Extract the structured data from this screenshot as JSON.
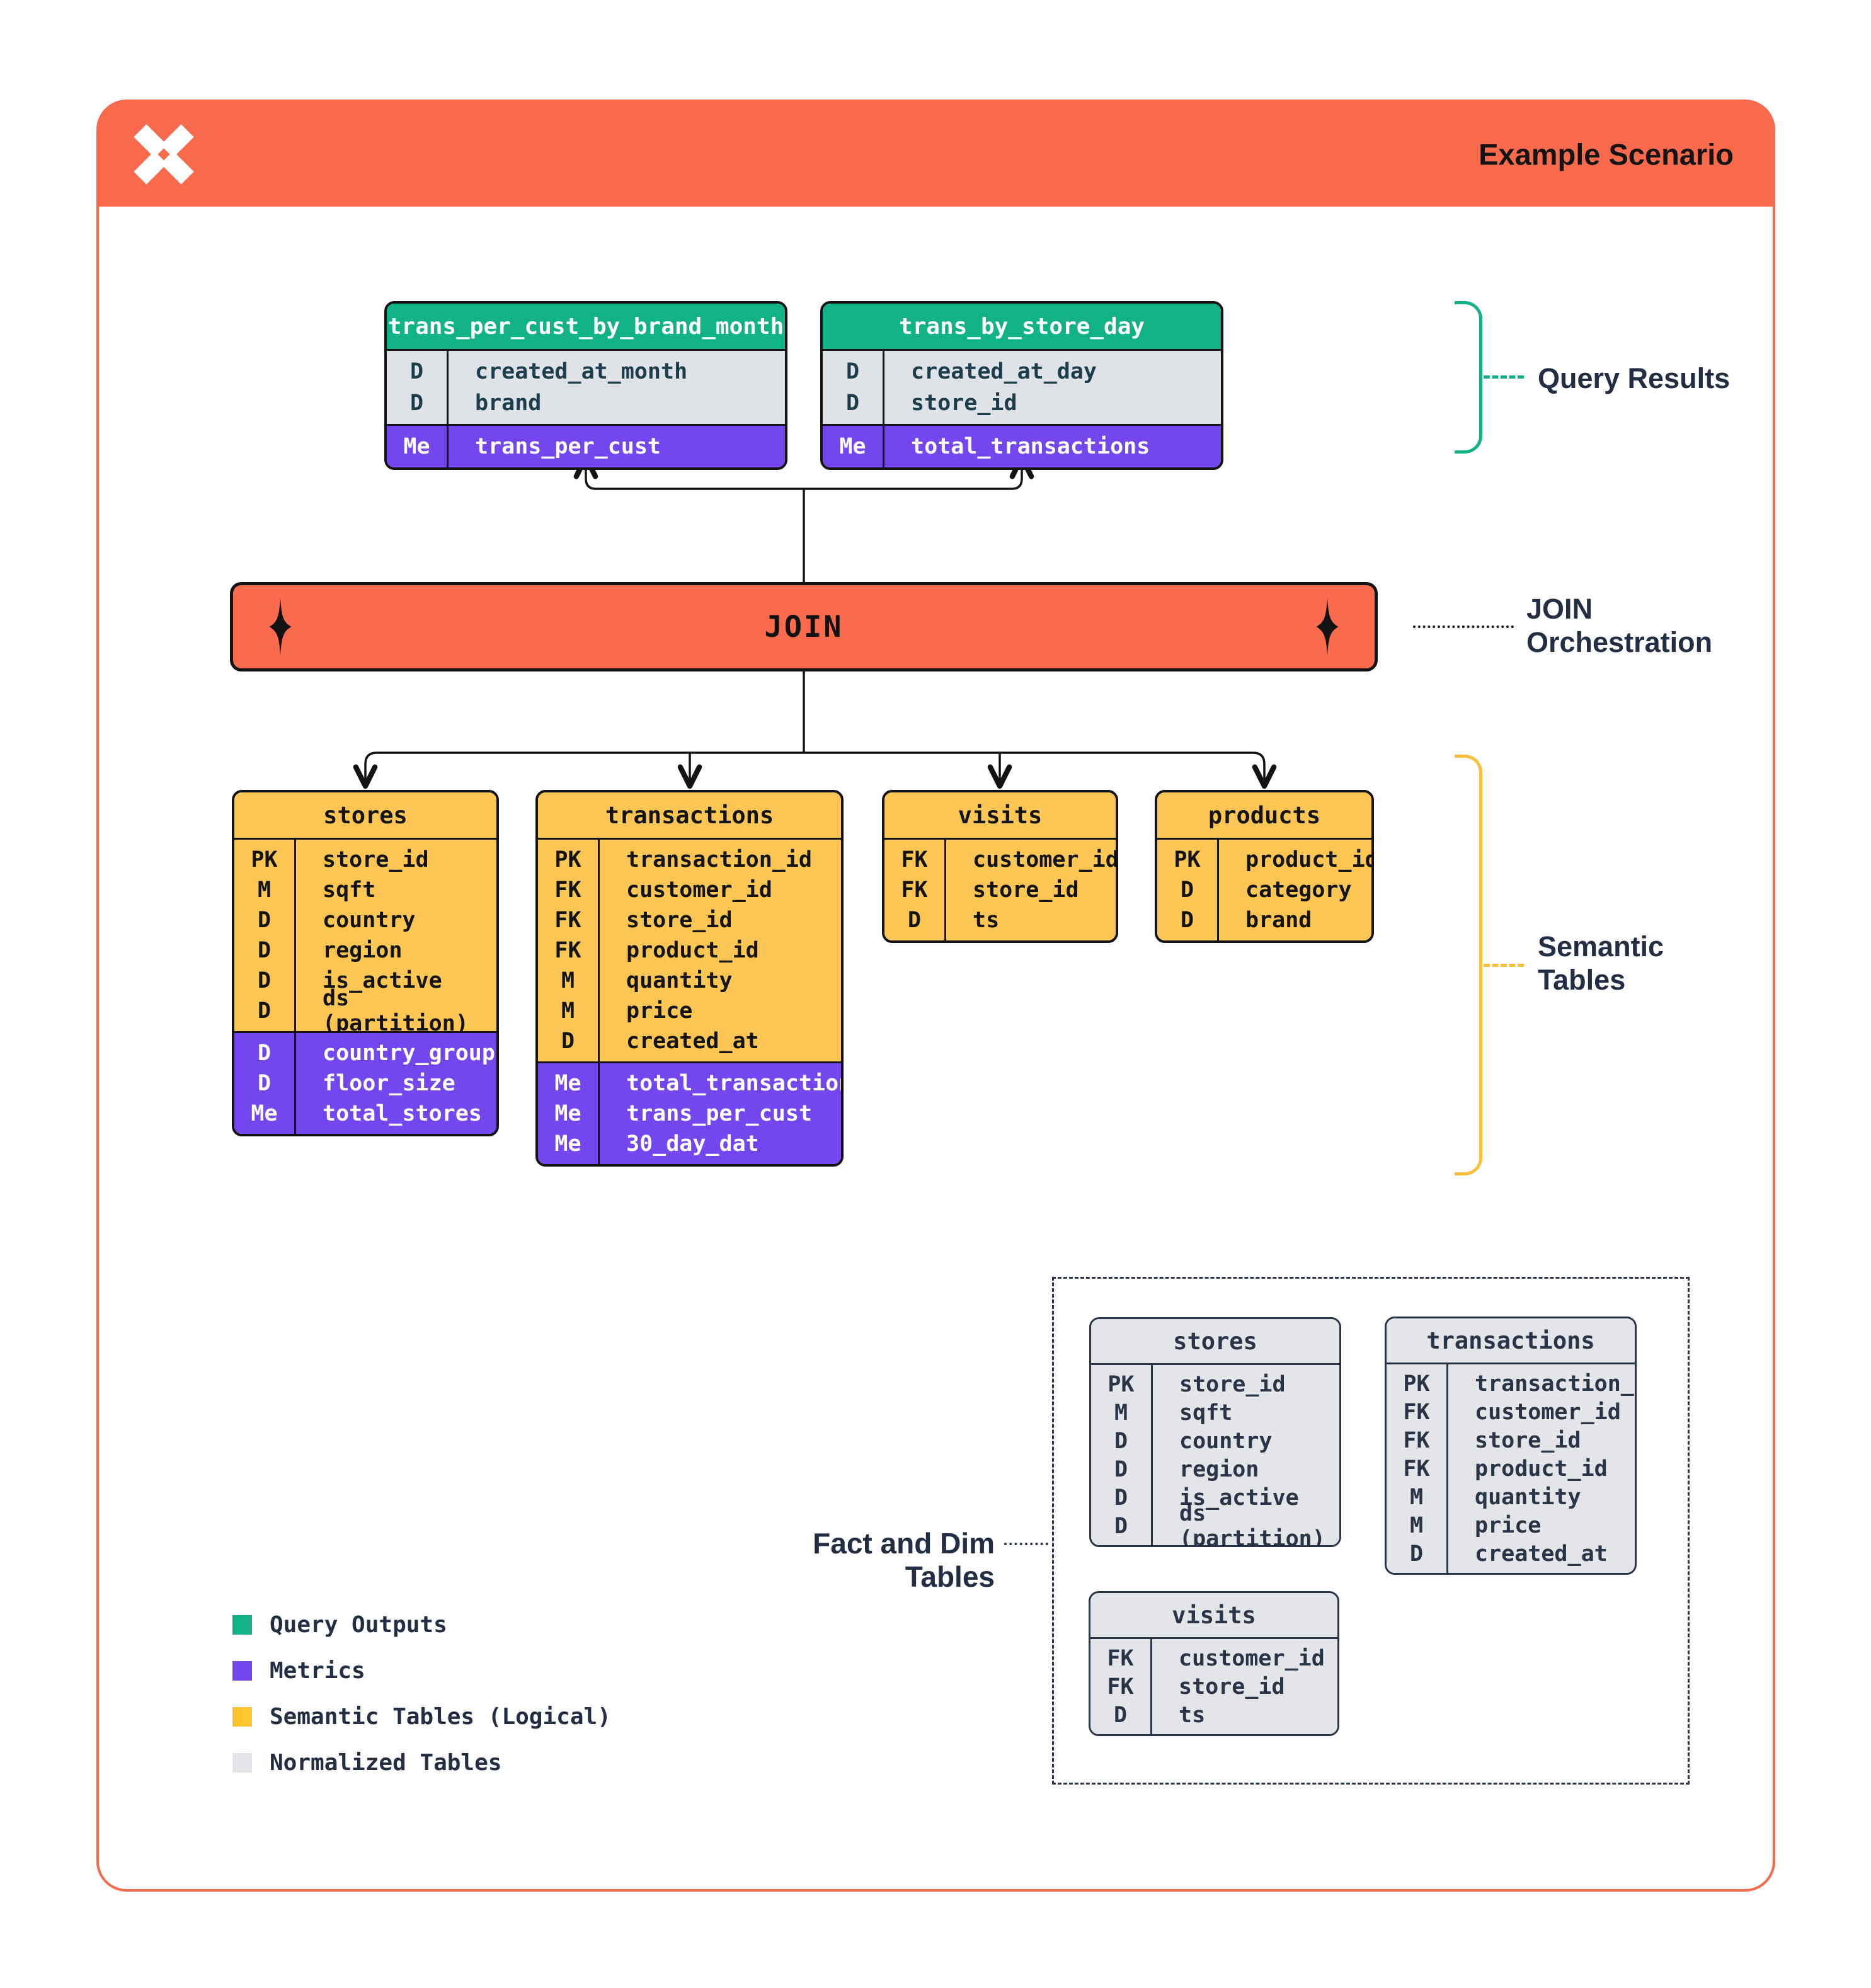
{
  "header": {
    "title": "Example Scenario"
  },
  "join": {
    "label": "JOIN"
  },
  "annotations": {
    "query_results": "Query Results",
    "join_orchestration": [
      "JOIN",
      "Orchestration"
    ],
    "semantic_tables": [
      "Semantic",
      "Tables"
    ],
    "fact_dim": "Fact and Dim Tables"
  },
  "colors": {
    "accent_orange": "#F96A4D",
    "query_output_green": "#12B287",
    "metric_purple": "#7447EE",
    "semantic_yellow": "#FBC653",
    "normalized_gray": "#E3E5E9",
    "ink_navy": "#232D43"
  },
  "query_result_tables": [
    {
      "name": "trans_per_cust_by_brand_month",
      "rows": [
        [
          "D",
          "created_at_month"
        ],
        [
          "D",
          "brand"
        ]
      ],
      "metric_rows": [
        [
          "Me",
          "trans_per_cust"
        ]
      ]
    },
    {
      "name": "trans_by_store_day",
      "rows": [
        [
          "D",
          "created_at_day"
        ],
        [
          "D",
          "store_id"
        ]
      ],
      "metric_rows": [
        [
          "Me",
          "total_transactions"
        ]
      ]
    }
  ],
  "semantic_tables": [
    {
      "name": "stores",
      "rows": [
        [
          "PK",
          "store_id"
        ],
        [
          "M",
          "sqft"
        ],
        [
          "D",
          "country"
        ],
        [
          "D",
          "region"
        ],
        [
          "D",
          "is_active"
        ],
        [
          "D",
          "ds (partition)"
        ]
      ],
      "metric_rows": [
        [
          "D",
          "country_group"
        ],
        [
          "D",
          "floor_size"
        ],
        [
          "Me",
          "total_stores"
        ]
      ]
    },
    {
      "name": "transactions",
      "rows": [
        [
          "PK",
          "transaction_id"
        ],
        [
          "FK",
          "customer_id"
        ],
        [
          "FK",
          "store_id"
        ],
        [
          "FK",
          "product_id"
        ],
        [
          "M",
          "quantity"
        ],
        [
          "M",
          "price"
        ],
        [
          "D",
          "created_at"
        ]
      ],
      "metric_rows": [
        [
          "Me",
          "total_transactions"
        ],
        [
          "Me",
          "trans_per_cust"
        ],
        [
          "Me",
          "30_day_dat"
        ]
      ]
    },
    {
      "name": "visits",
      "rows": [
        [
          "FK",
          "customer_id"
        ],
        [
          "FK",
          "store_id"
        ],
        [
          "D",
          "ts"
        ]
      ],
      "metric_rows": []
    },
    {
      "name": "products",
      "rows": [
        [
          "PK",
          "product_id"
        ],
        [
          "D",
          "category"
        ],
        [
          "D",
          "brand"
        ]
      ],
      "metric_rows": []
    }
  ],
  "normalized_tables": [
    {
      "name": "stores",
      "rows": [
        [
          "PK",
          "store_id"
        ],
        [
          "M",
          "sqft"
        ],
        [
          "D",
          "country"
        ],
        [
          "D",
          "region"
        ],
        [
          "D",
          "is_active"
        ],
        [
          "D",
          "ds (partition)"
        ]
      ],
      "metric_rows": []
    },
    {
      "name": "transactions",
      "rows": [
        [
          "PK",
          "transaction_id"
        ],
        [
          "FK",
          "customer_id"
        ],
        [
          "FK",
          "store_id"
        ],
        [
          "FK",
          "product_id"
        ],
        [
          "M",
          "quantity"
        ],
        [
          "M",
          "price"
        ],
        [
          "D",
          "created_at"
        ]
      ],
      "metric_rows": []
    },
    {
      "name": "visits",
      "rows": [
        [
          "FK",
          "customer_id"
        ],
        [
          "FK",
          "store_id"
        ],
        [
          "D",
          "ts"
        ]
      ],
      "metric_rows": []
    }
  ],
  "legend": [
    {
      "color": "#12B287",
      "label": "Query Outputs"
    },
    {
      "color": "#7447EE",
      "label": "Metrics"
    },
    {
      "color": "#FEC52E",
      "label": "Semantic Tables (Logical)"
    },
    {
      "color": "#E3E5E9",
      "label": "Normalized Tables"
    }
  ]
}
